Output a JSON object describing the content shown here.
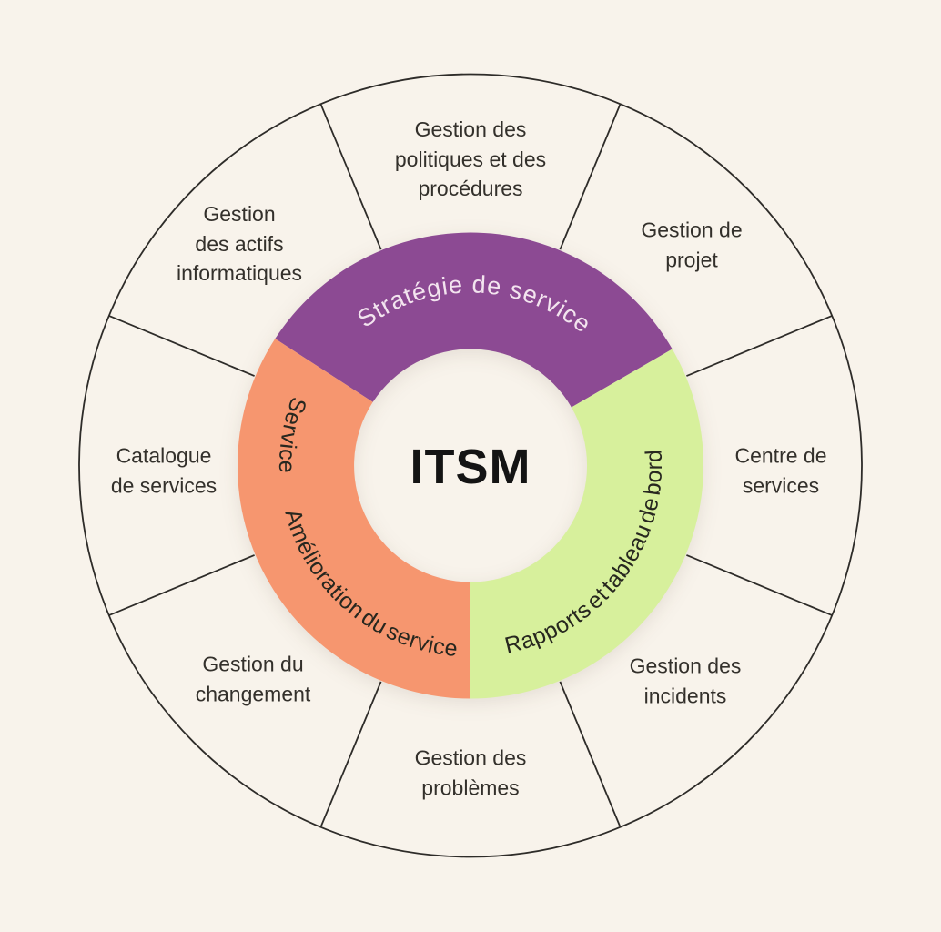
{
  "diagram": {
    "center_label": "ITSM",
    "colors": {
      "background": "#F8F3EB",
      "outline": "#2E2C29",
      "purple": "#8C4A93",
      "orange": "#F6966F",
      "green": "#D7F09C",
      "light_text": "#F3E4EF",
      "dark_text": "#27271F",
      "label_text": "#33302B"
    },
    "inner_ring": {
      "segments": [
        {
          "name": "strategie-de-service",
          "label": "Stratégie de service",
          "color": "#8C4A93"
        },
        {
          "name": "amelioration-du-service",
          "side_label": "Service",
          "label": "Amélioration du service",
          "color": "#F6966F"
        },
        {
          "name": "rapports-et-tableau-de-bord",
          "label": "Rapports et tableau de bord",
          "color": "#D7F09C"
        }
      ]
    },
    "outer_ring": {
      "sectors": [
        {
          "name": "politiques",
          "label": "Gestion des\npolitiques et des\nprocédures"
        },
        {
          "name": "projet",
          "label": "Gestion de\nprojet"
        },
        {
          "name": "centre-de-services",
          "label": "Centre de\nservices"
        },
        {
          "name": "incidents",
          "label": "Gestion des\nincidents"
        },
        {
          "name": "problemes",
          "label": "Gestion des\nproblèmes"
        },
        {
          "name": "changement",
          "label": "Gestion du\nchangement"
        },
        {
          "name": "catalogue",
          "label": "Catalogue\nde services"
        },
        {
          "name": "actifs",
          "label": "Gestion\ndes actifs\ninformatiques"
        }
      ]
    }
  }
}
